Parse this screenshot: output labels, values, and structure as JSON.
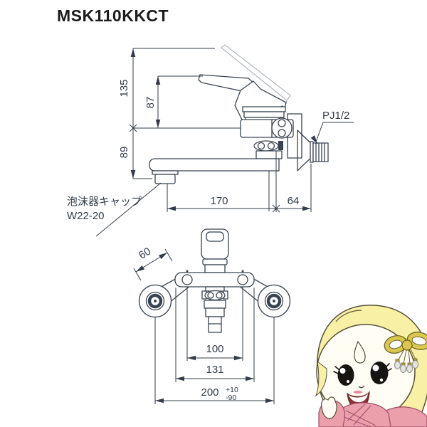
{
  "title": "MSK110KKCT",
  "side_view": {
    "height_total": "135",
    "height_handle": "87",
    "height_spout": "89",
    "spout_reach": "170",
    "wall_offset": "64",
    "thread_label": "PJ1/2",
    "aerator_line1": "泡沫器キャップ",
    "aerator_line2": "W22-20"
  },
  "front_view": {
    "arm_offset": "60",
    "hole_pitch": "100",
    "body_width": "131",
    "mount_pitch": "200",
    "tol_plus": "+10",
    "tol_minus": "-90"
  },
  "colors": {
    "line": "#3a4350",
    "dim_text": "#333c48",
    "phantom": "#a8afb8",
    "mascot_hair": "#f7f0a5",
    "mascot_skin": "#fffdf4",
    "mascot_kimono": "#eb9fab",
    "mascot_ribbon": "#d9c84f"
  }
}
